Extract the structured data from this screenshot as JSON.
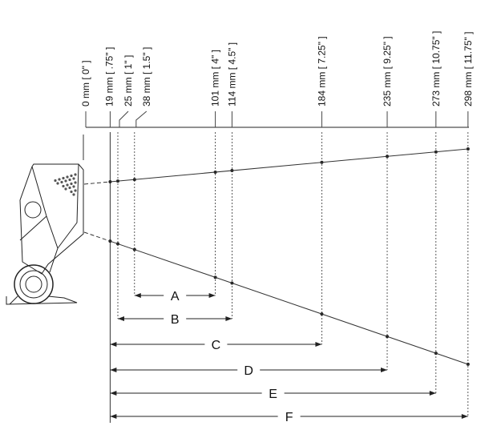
{
  "distances": [
    {
      "mm": 0,
      "label": "0 mm [ 0\" ]"
    },
    {
      "mm": 19,
      "label": "19 mm [ .75\" ]"
    },
    {
      "mm": 25,
      "label": "25 mm [ 1\" ]"
    },
    {
      "mm": 38,
      "label": "38 mm [ 1.5\" ]"
    },
    {
      "mm": 101,
      "label": "101 mm [ 4\" ]"
    },
    {
      "mm": 114,
      "label": "114 mm [ 4.5\" ]"
    },
    {
      "mm": 184,
      "label": "184 mm [ 7.25\" ]"
    },
    {
      "mm": 235,
      "label": "235 mm [ 9.25\" ]"
    },
    {
      "mm": 273,
      "label": "273 mm [ 10.75\" ]"
    },
    {
      "mm": 298,
      "label": "298 mm [ 11.75\" ]"
    }
  ],
  "ranges": [
    {
      "label": "A",
      "from_mm": 38,
      "to_mm": 101
    },
    {
      "label": "B",
      "from_mm": 25,
      "to_mm": 114
    },
    {
      "label": "C",
      "from_mm": 19,
      "to_mm": 184
    },
    {
      "label": "D",
      "from_mm": 19,
      "to_mm": 235
    },
    {
      "label": "E",
      "from_mm": 19,
      "to_mm": 273
    },
    {
      "label": "F",
      "from_mm": 19,
      "to_mm": 298
    }
  ]
}
